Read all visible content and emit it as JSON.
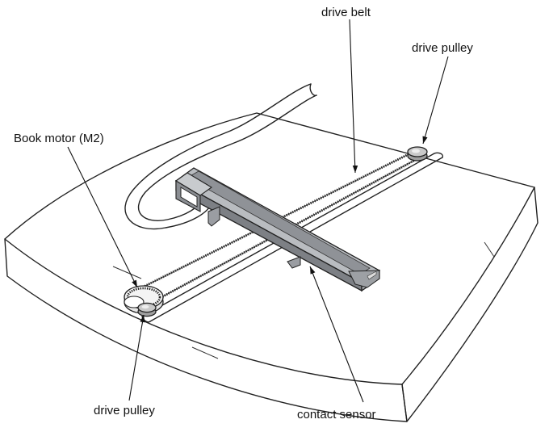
{
  "labels": {
    "drive_belt": "drive belt",
    "drive_pulley_top": "drive pulley",
    "book_motor": "Book motor (M2)",
    "drive_pulley_bottom": "drive pulley",
    "contact_sensor": "contact sensor"
  },
  "colors": {
    "sensor_fill": "#9a9da2",
    "sensor_dark": "#6f7277",
    "sensor_light": "#c2c5c9",
    "pulley": "#b8b8b8",
    "line": "#222222"
  }
}
